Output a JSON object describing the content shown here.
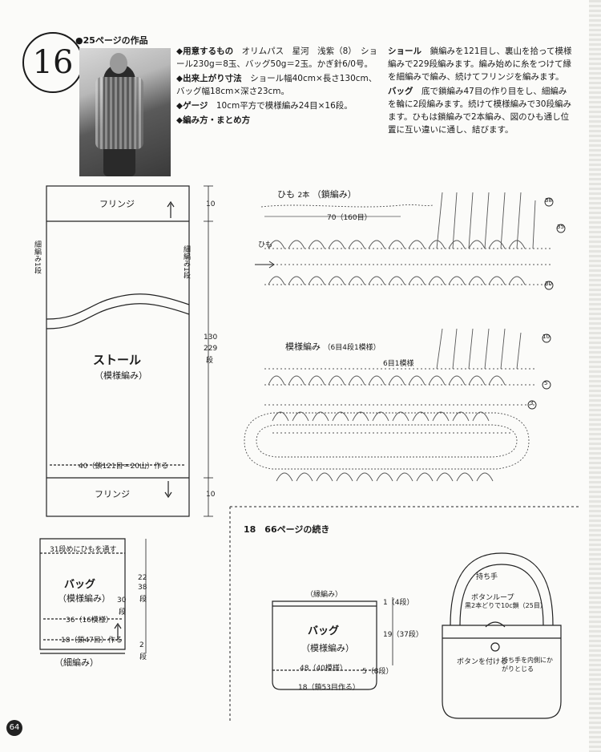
{
  "header": {
    "pattern_number": "16",
    "ref_label": "●25ページの作品"
  },
  "materials": {
    "label": "◆用意するもの",
    "text": "オリムパス　星河　浅紫（8）　ショール230g＝8玉、バッグ50g＝2玉。かぎ針6/0号。"
  },
  "size": {
    "label": "◆出来上がり寸法",
    "text": "ショール幅40cm×長さ130cm、バッグ幅18cm×深さ23cm。"
  },
  "gauge": {
    "label": "◆ゲージ",
    "text": "10cm平方で模様編み24目×16段。"
  },
  "method": {
    "label": "◆編み方・まとめ方"
  },
  "shawl_instr": {
    "label": "ショール",
    "text": "鎖編みを121目し、裏山を拾って模様編みで229段編みます。編み始めに糸をつけて縁を細編みで編み、続けてフリンジを編みます。"
  },
  "bag_instr": {
    "label": "バッグ",
    "text": "底で鎖編み47目の作り目をし、細編みを輪に2段編みます。続けて模様編みで30段編みます。ひもは鎖編みで2本編み、図のひも通し位置に互い違いに通し、結びます。"
  },
  "stole_diagram": {
    "fringe_top": "フリンジ",
    "fringe_bottom": "フリンジ",
    "edge_left": "細編み1段",
    "edge_right": "細編み1段",
    "title": "ストール",
    "subtitle": "（模様編み）",
    "width_note": "40（鎖121目＝20山）作る",
    "dim_top": "10",
    "dim_mid": "130",
    "dim_mid2": "229",
    "dim_mid3": "段",
    "dim_bottom": "10"
  },
  "bag_diagram": {
    "threading": "31段めにひもを通す",
    "title": "バッグ",
    "subtitle": "（模様編み）",
    "width_mid": "36（16模様）",
    "base": "18（鎖47目）作る",
    "edge": "（細編み）",
    "dim1": "22",
    "dim2": "38",
    "dim3": "段",
    "dim4": "30",
    "dim5": "段",
    "dim6": "2",
    "dim7": "段"
  },
  "chart": {
    "cord_label": "ひも",
    "cord_count": "2本",
    "cord_method": "（鎖編み）",
    "cord_length": "70（160目）",
    "cord_side": "ひも",
    "pattern_label": "模様編み",
    "pattern_note": "（6目4段1模様）",
    "repeat_label": "6目1模様",
    "row_markers": [
      "38",
      "35",
      "30",
      "10",
      "5",
      "3"
    ]
  },
  "continuation": {
    "title": "18　66ページの続き",
    "edge_label": "（縁編み）",
    "bag_title": "バッグ",
    "bag_subtitle": "（模様編み）",
    "width": "48（40模様）",
    "base": "18（鎖53目作る）",
    "dim_top": "1（4段）",
    "dim_mid": "19（37段）",
    "dim_side": "5（8段）",
    "handle": "持ち手",
    "loop_label": "ボタンループ",
    "loop_note": "黒2本どりで10c鎖（25目）",
    "button_note": "ボタンを付ける",
    "handle_note": "持ち手を内側にかがりとじる"
  },
  "page_number": "64"
}
